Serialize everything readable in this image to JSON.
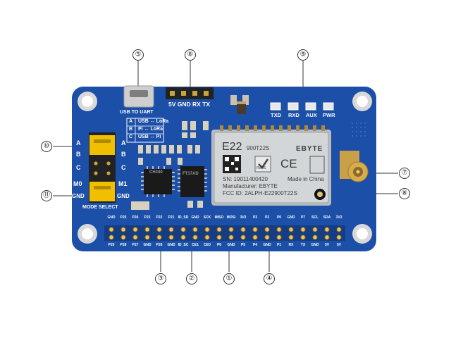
{
  "callouts": {
    "c1": "①",
    "c2": "②",
    "c3": "③",
    "c4": "④",
    "c5": "⑤",
    "c6": "⑥",
    "c7": "⑦",
    "c8": "⑧",
    "c9": "⑨",
    "c10": "⑩",
    "c11": "⑪"
  },
  "board": {
    "usb_label": "USB TO UART",
    "header_label": "5V GND RX TX",
    "led_labels": [
      "TXD",
      "RXD",
      "AUX",
      "PWR"
    ],
    "mode_rows": [
      {
        "box": "A",
        "text": "USB ↔ LoRa"
      },
      {
        "box": "B",
        "text": "Pi ↔ LoRa"
      },
      {
        "box": "C",
        "text": "USB ↔ Pi"
      }
    ],
    "jumper_left": {
      "a": "A",
      "b": "B",
      "c": "C",
      "m0": "M0",
      "gnd": "GND"
    },
    "jumper_right": {
      "a": "A",
      "b": "B",
      "c": "C",
      "m1": "M1",
      "gnd": "GND"
    },
    "mode_select": "MODE SELECT",
    "gpio_top": [
      "GND",
      "P25",
      "P24",
      "P23",
      "P22",
      "P21",
      "ID_SD",
      "GND",
      "SCK",
      "MISO",
      "MOSI",
      "3V3",
      "P3",
      "P2",
      "P0",
      "GND",
      "P7",
      "SCL",
      "SDA",
      "3V3"
    ],
    "gpio_bottom": [
      "P29",
      "P28",
      "P27",
      "GND",
      "P26",
      "GND",
      "ID_SC",
      "CE1",
      "CE0",
      "P6",
      "GND",
      "P5",
      "P4",
      "GND",
      "P1",
      "RX",
      "TX",
      "GND",
      "5V",
      "5V"
    ],
    "chip1_text": "CH340",
    "chip2_text": "FT17AD",
    "module": {
      "brand_model": "E22",
      "model_code": "900T22S",
      "brand": "EBYTE",
      "sn": "SN: 19011400420",
      "made": "Made in China",
      "manufacturer": "Manufacturer: EBYTE",
      "fcc": "FCC ID: 2ALPH-E22900T22S",
      "ce": "CE",
      "rohs": "RoHS"
    }
  }
}
